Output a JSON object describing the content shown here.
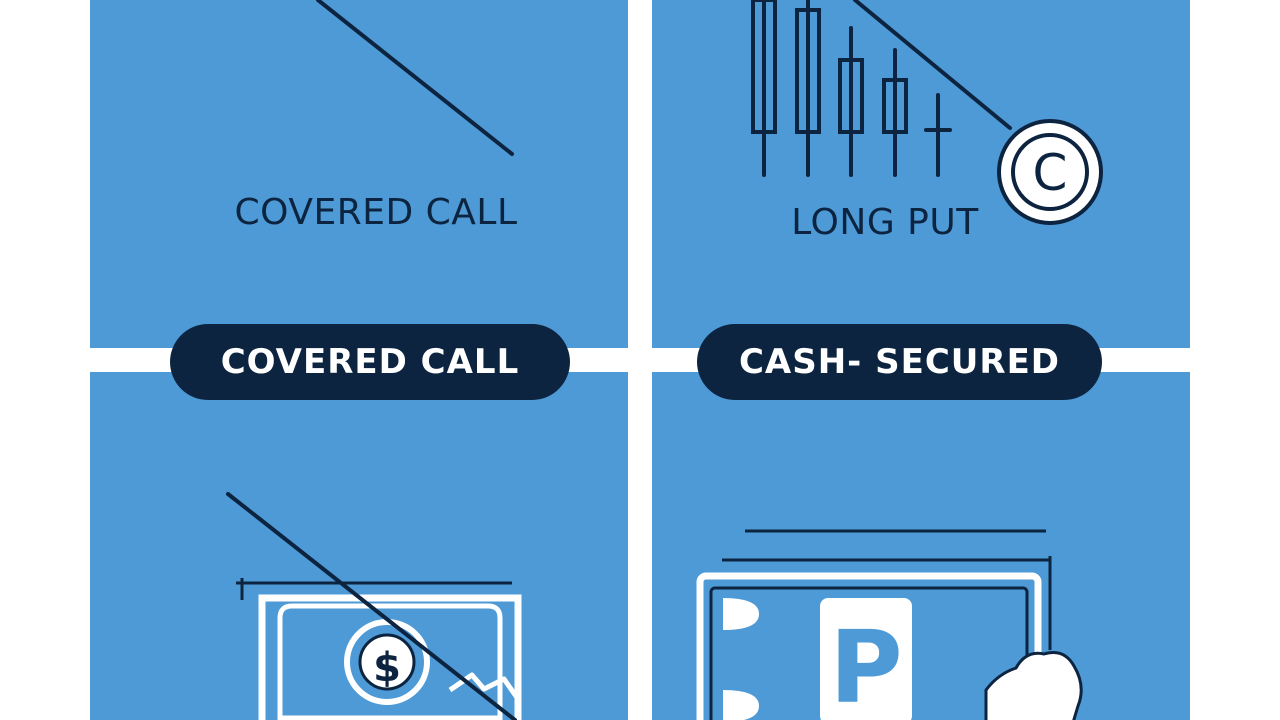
{
  "captions": {
    "top_left": "COVERED CALL",
    "top_right": "LONG PUT"
  },
  "pills": {
    "left": "COVERED CALL",
    "right": "CASH- SECURED"
  },
  "icons": {
    "coin_symbol": "C",
    "dollar_symbol": "$",
    "parking_letter": "P"
  },
  "colors": {
    "panel_blue": "#4d9ad6",
    "navy": "#0d2440",
    "white": "#ffffff"
  }
}
